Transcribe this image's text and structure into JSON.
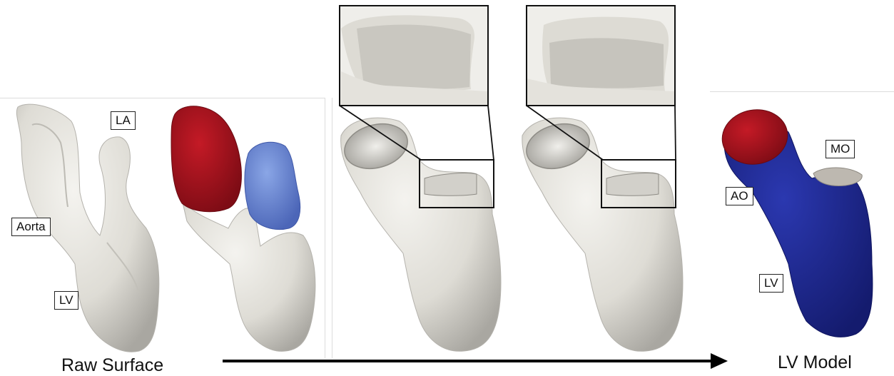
{
  "labels": {
    "la": "LA",
    "aorta": "Aorta",
    "lv_raw": "LV",
    "mo": "MO",
    "ao": "AO",
    "lv_model": "LV"
  },
  "captions": {
    "raw_surface": "Raw Surface",
    "lv_model": "LV Model"
  },
  "colors": {
    "tissue": "#e6e4de",
    "tissue_shadow": "#a9a7a1",
    "aorta_cap": "#a0101c",
    "la_segment": "#6f8fd8",
    "lv_blue": "#1f2a95",
    "mitral_opening": "#bdb8b0"
  }
}
